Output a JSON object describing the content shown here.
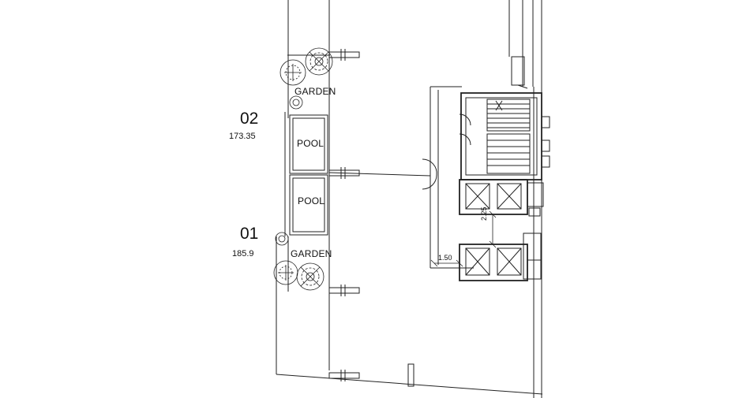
{
  "units": [
    {
      "number": "02",
      "area": "173.35"
    },
    {
      "number": "01",
      "area": "185.9"
    }
  ],
  "rooms": {
    "garden_top": "GARDEN",
    "pool_top": "POOL",
    "pool_bottom": "POOL",
    "garden_bottom": "GARDEN"
  },
  "dimensions": {
    "lift_gap": "2.25",
    "corridor_width": "1.50"
  }
}
